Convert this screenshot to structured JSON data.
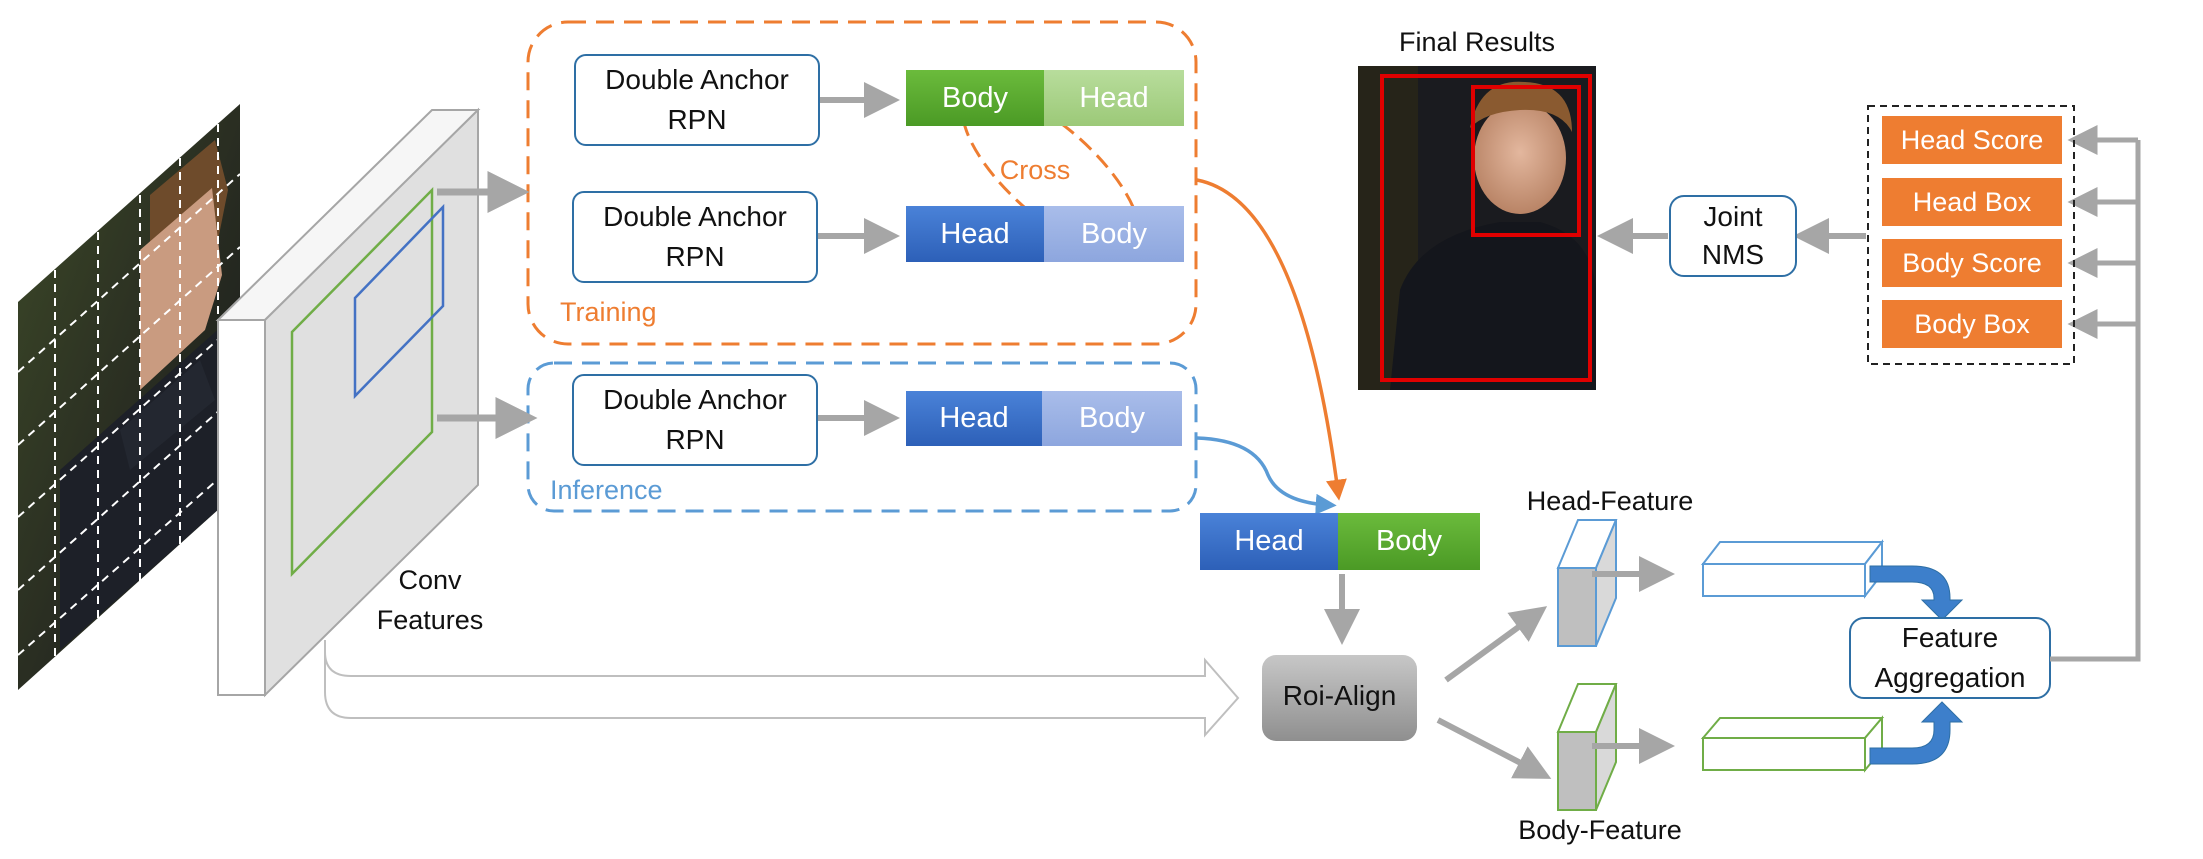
{
  "training": {
    "label": "Training",
    "rpn1_label": "Double Anchor\nRPN",
    "rpn2_label": "Double Anchor\nRPN",
    "out1": {
      "left": "Body",
      "right": "Head"
    },
    "out2": {
      "left": "Head",
      "right": "Body"
    },
    "cross_label": "Cross"
  },
  "inference": {
    "label": "Inference",
    "rpn_label": "Double Anchor\nRPN",
    "out": {
      "left": "Head",
      "right": "Body"
    }
  },
  "conv_features_label": "Conv\nFeatures",
  "merged": {
    "left": "Head",
    "right": "Body"
  },
  "roi_align_label": "Roi-Align",
  "head_feature_label": "Head-Feature",
  "body_feature_label": "Body-Feature",
  "feature_aggregation_label": "Feature\nAggregation",
  "outputs": [
    "Head Score",
    "Head Box",
    "Body Score",
    "Body Box"
  ],
  "joint_nms_label": "Joint\nNMS",
  "final_results_label": "Final Results",
  "colors": {
    "orange": "#ee7d31",
    "blue": "#5b9bd5",
    "green": "#70ad47",
    "dark_blue": "#2e60b8",
    "red": "#e00000",
    "gray_arrow": "#a6a6a6"
  }
}
